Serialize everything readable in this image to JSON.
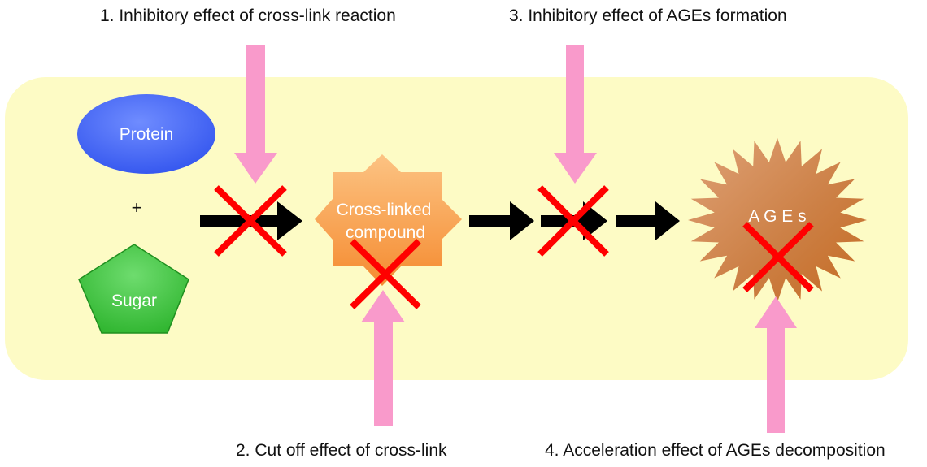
{
  "labels": {
    "effect_1": "1. Inhibitory effect of cross-link reaction",
    "effect_2": "2. Cut off effect of cross-link",
    "effect_3": "3. Inhibitory effect of AGEs formation",
    "effect_4": "4. Acceleration effect of AGEs decomposition"
  },
  "nodes": {
    "protein": "Protein",
    "plus": "+",
    "sugar": "Sugar",
    "crosslinked_line1": "Cross-linked",
    "crosslinked_line2": "compound",
    "ages": "A G E s"
  },
  "colors": {
    "panel": "#fdfbc5",
    "protein": "#4466f0",
    "sugar": "#44cc44",
    "crosslinked": "#f7a255",
    "ages": "#cf8138",
    "pink_arrow": "#f99acb",
    "black_arrow": "#000000",
    "cross_mark": "#ff0000"
  }
}
